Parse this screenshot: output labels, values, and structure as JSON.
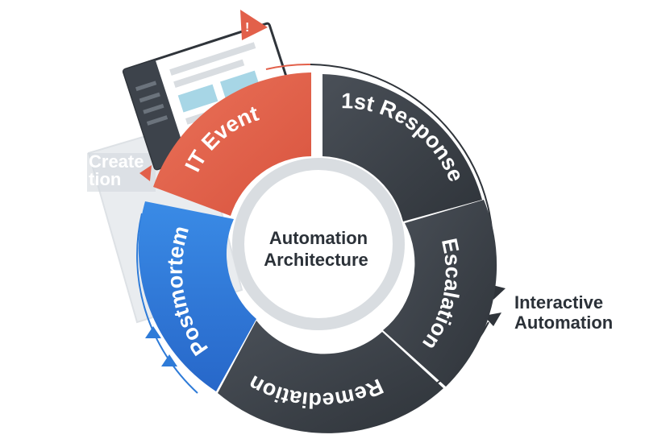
{
  "center": {
    "line1": "Automation",
    "line2": "Architecture"
  },
  "segments": [
    {
      "key": "it-event",
      "label": "IT Event",
      "color": "#e2604a"
    },
    {
      "key": "first-response",
      "label": "1st Response",
      "color": "#3d434b"
    },
    {
      "key": "escalation",
      "label": "Escalation",
      "color": "#3d434b"
    },
    {
      "key": "remediation",
      "label": "Remediation",
      "color": "#3d434b"
    },
    {
      "key": "postmortem",
      "label": "Postmortem",
      "color": "#2e7bd8"
    }
  ],
  "external": {
    "line1": "Interactive",
    "line2": "Automation"
  },
  "ghost_label": {
    "line1": "Create",
    "line2": "tion"
  },
  "colors": {
    "accent_red": "#e2604a",
    "accent_blue": "#2e7bd8",
    "dark_segment": "#3d434b",
    "text_dark": "#2b3138"
  },
  "icons": [
    "warning-icon",
    "document-window-icon",
    "arrow-icon"
  ]
}
